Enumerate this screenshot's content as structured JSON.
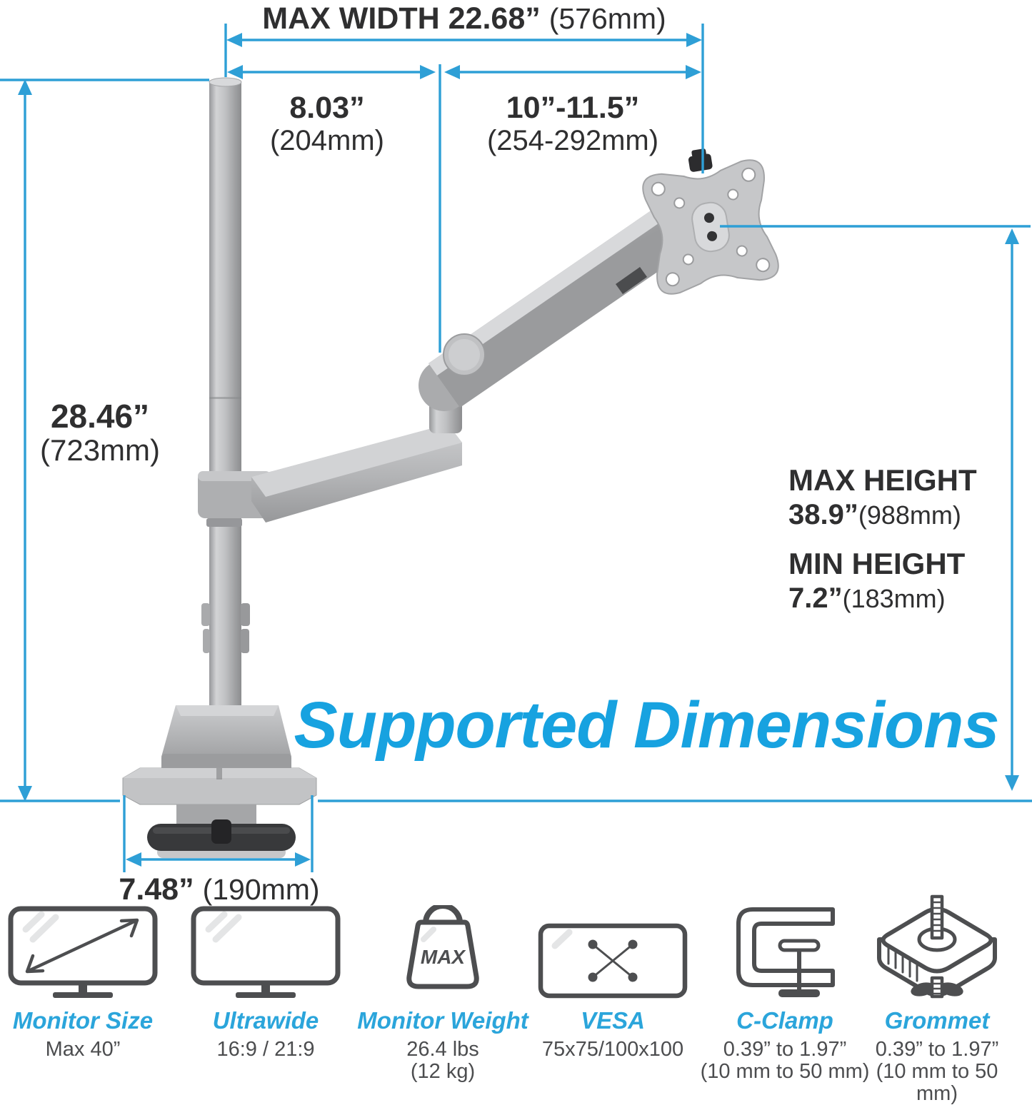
{
  "headline": "Supported Dimensions",
  "colors": {
    "dimension_blue": "#2E9FD6",
    "headline_blue": "#17A2E0",
    "label_blue": "#2BA5DB",
    "text_dark": "#2f2f30",
    "arm_gray": "#b5b6b8"
  },
  "dimensions": {
    "max_width": {
      "value": "MAX WIDTH 22.68”",
      "metric": "(576mm)"
    },
    "pole_to_elbow": {
      "value": "8.03”",
      "metric": "(204mm)"
    },
    "elbow_to_vesa": {
      "value": "10”-11.5”",
      "metric": "(254-292mm)"
    },
    "pole_height": {
      "value": "28.46”",
      "metric": "(723mm)"
    },
    "max_height": {
      "title": "MAX HEIGHT",
      "value": "38.9”",
      "metric": "(988mm)"
    },
    "min_height": {
      "title": "MIN HEIGHT",
      "value": "7.2”",
      "metric": "(183mm)"
    },
    "base_width": {
      "value": "7.48”",
      "metric": "(190mm)"
    }
  },
  "weight_icon": {
    "badge": "MAX"
  },
  "features": [
    {
      "label": "Monitor Size",
      "lines": [
        "Max 40”"
      ]
    },
    {
      "label": "Ultrawide",
      "lines": [
        "16:9 / 21:9"
      ]
    },
    {
      "label": "Monitor Weight",
      "lines": [
        "26.4 lbs",
        "(12 kg)"
      ]
    },
    {
      "label": "VESA",
      "lines": [
        "75x75/100x100"
      ]
    },
    {
      "label": "C-Clamp",
      "lines": [
        "0.39” to 1.97”",
        "(10 mm to 50 mm)"
      ]
    },
    {
      "label": "Grommet",
      "lines": [
        "0.39” to 1.97”",
        "(10 mm to 50 mm)"
      ]
    }
  ]
}
